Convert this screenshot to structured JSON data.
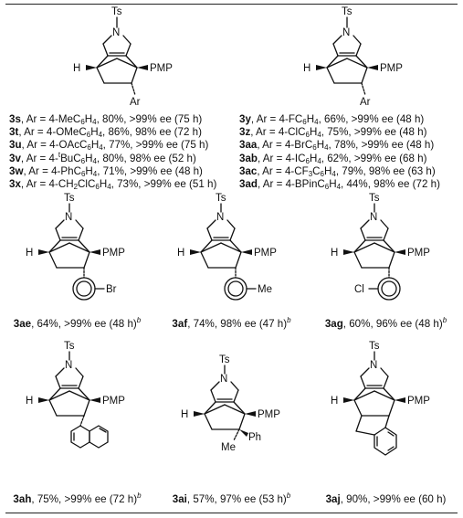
{
  "top_left": {
    "ts": "Ts",
    "n": "N",
    "h": "H",
    "pmp": "PMP",
    "ar": "Ar",
    "entries": [
      {
        "id": "3s",
        "text": ", Ar = 4-MeC",
        "s1": "6",
        "mid": "H",
        "s2": "4",
        "tail": ", 80%, >99% ee (75 h)"
      },
      {
        "id": "3t",
        "text": ", Ar = 4-OMeC",
        "s1": "6",
        "mid": "H",
        "s2": "4",
        "tail": ", 86%, 98% ee (72 h)"
      },
      {
        "id": "3u",
        "text": ", Ar = 4-OAcC",
        "s1": "6",
        "mid": "H",
        "s2": "4",
        "tail": ", 77%, >99% ee (75 h)"
      },
      {
        "id": "3v",
        "text": ", Ar = 4-",
        "t": "t",
        "text2": "BuC",
        "s1": "6",
        "mid": "H",
        "s2": "4",
        "tail": ", 80%, 98% ee (52 h)"
      },
      {
        "id": "3w",
        "text": ", Ar = 4-PhC",
        "s1": "6",
        "mid": "H",
        "s2": "4",
        "tail": ", 71%, >99% ee (48 h)"
      },
      {
        "id": "3x",
        "text": ", Ar = 4-CH",
        "s0": "2",
        "text2": "ClC",
        "s1": "6",
        "mid": "H",
        "s2": "4",
        "tail": ", 73%, >99% ee (51 h)"
      }
    ]
  },
  "top_right": {
    "ts": "Ts",
    "n": "N",
    "h": "H",
    "pmp": "PMP",
    "ar": "Ar",
    "entries": [
      {
        "id": "3y",
        "text": ", Ar = 4-FC",
        "s1": "6",
        "mid": "H",
        "s2": "4",
        "tail": ", 66%, >99% ee (48 h)"
      },
      {
        "id": "3z",
        "text": ", Ar = 4-ClC",
        "s1": "6",
        "mid": "H",
        "s2": "4",
        "tail": ", 75%, >99% ee (48 h)"
      },
      {
        "id": "3aa",
        "text": ", Ar = 4-BrC",
        "s1": "6",
        "mid": "H",
        "s2": "4",
        "tail": ", 78%, >99% ee (48 h)"
      },
      {
        "id": "3ab",
        "text": ", Ar = 4-IC",
        "s1": "6",
        "mid": "H",
        "s2": "4",
        "tail": ", 62%, >99% ee (68 h)"
      },
      {
        "id": "3ac",
        "text": ", Ar = 4-CF",
        "s0": "3",
        "text2": "C",
        "s1": "6",
        "mid": "H",
        "s2": "4",
        "tail": ", 79%, 98% ee (63 h)"
      },
      {
        "id": "3ad",
        "text": ", Ar = 4-BPinC",
        "s1": "6",
        "mid": "H",
        "s2": "4",
        "tail": ", 44%, 98% ee (72 h)"
      }
    ]
  },
  "compounds": {
    "c3ae": {
      "id": "3ae",
      "text": ", 64%, >99% ee (48 h)",
      "sup": "b",
      "sub_label": "Br"
    },
    "c3af": {
      "id": "3af",
      "text": ", 74%, 98% ee (47 h)",
      "sup": "b",
      "sub_label": "Me"
    },
    "c3ag": {
      "id": "3ag",
      "text": ", 60%, 96% ee (48 h)",
      "sup": "b",
      "sub_label": "Cl"
    },
    "c3ah": {
      "id": "3ah",
      "text": ", 75%, >99% ee (72 h)",
      "sup": "b"
    },
    "c3ai": {
      "id": "3ai",
      "text": ", 57%, 97% ee (53 h)",
      "sup": "b",
      "me": "Me",
      "ph": "Ph"
    },
    "c3aj": {
      "id": "3aj",
      "text": ", 90%, >99% ee (60 h)"
    }
  },
  "labels": {
    "ts": "Ts",
    "n": "N",
    "h": "H",
    "pmp": "PMP"
  }
}
